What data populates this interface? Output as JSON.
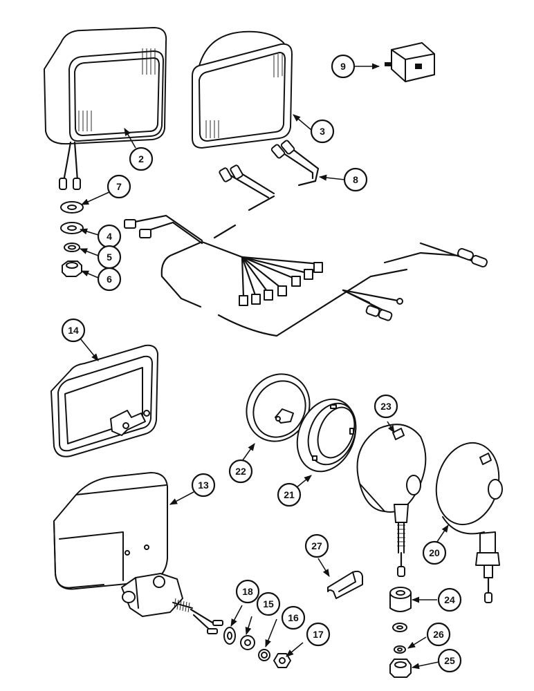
{
  "callouts": [
    {
      "id": "c2",
      "label": "2"
    },
    {
      "id": "c3",
      "label": "3"
    },
    {
      "id": "c4",
      "label": "4"
    },
    {
      "id": "c5",
      "label": "5"
    },
    {
      "id": "c6",
      "label": "6"
    },
    {
      "id": "c7",
      "label": "7"
    },
    {
      "id": "c8",
      "label": "8"
    },
    {
      "id": "c9",
      "label": "9"
    },
    {
      "id": "c13",
      "label": "13"
    },
    {
      "id": "c14",
      "label": "14"
    },
    {
      "id": "c15",
      "label": "15"
    },
    {
      "id": "c16",
      "label": "16"
    },
    {
      "id": "c17",
      "label": "17"
    },
    {
      "id": "c18",
      "label": "18"
    },
    {
      "id": "c20",
      "label": "20"
    },
    {
      "id": "c21",
      "label": "21"
    },
    {
      "id": "c22",
      "label": "22"
    },
    {
      "id": "c23",
      "label": "23"
    },
    {
      "id": "c24",
      "label": "24"
    },
    {
      "id": "c25",
      "label": "25"
    },
    {
      "id": "c26",
      "label": "26"
    },
    {
      "id": "c27",
      "label": "27"
    }
  ]
}
